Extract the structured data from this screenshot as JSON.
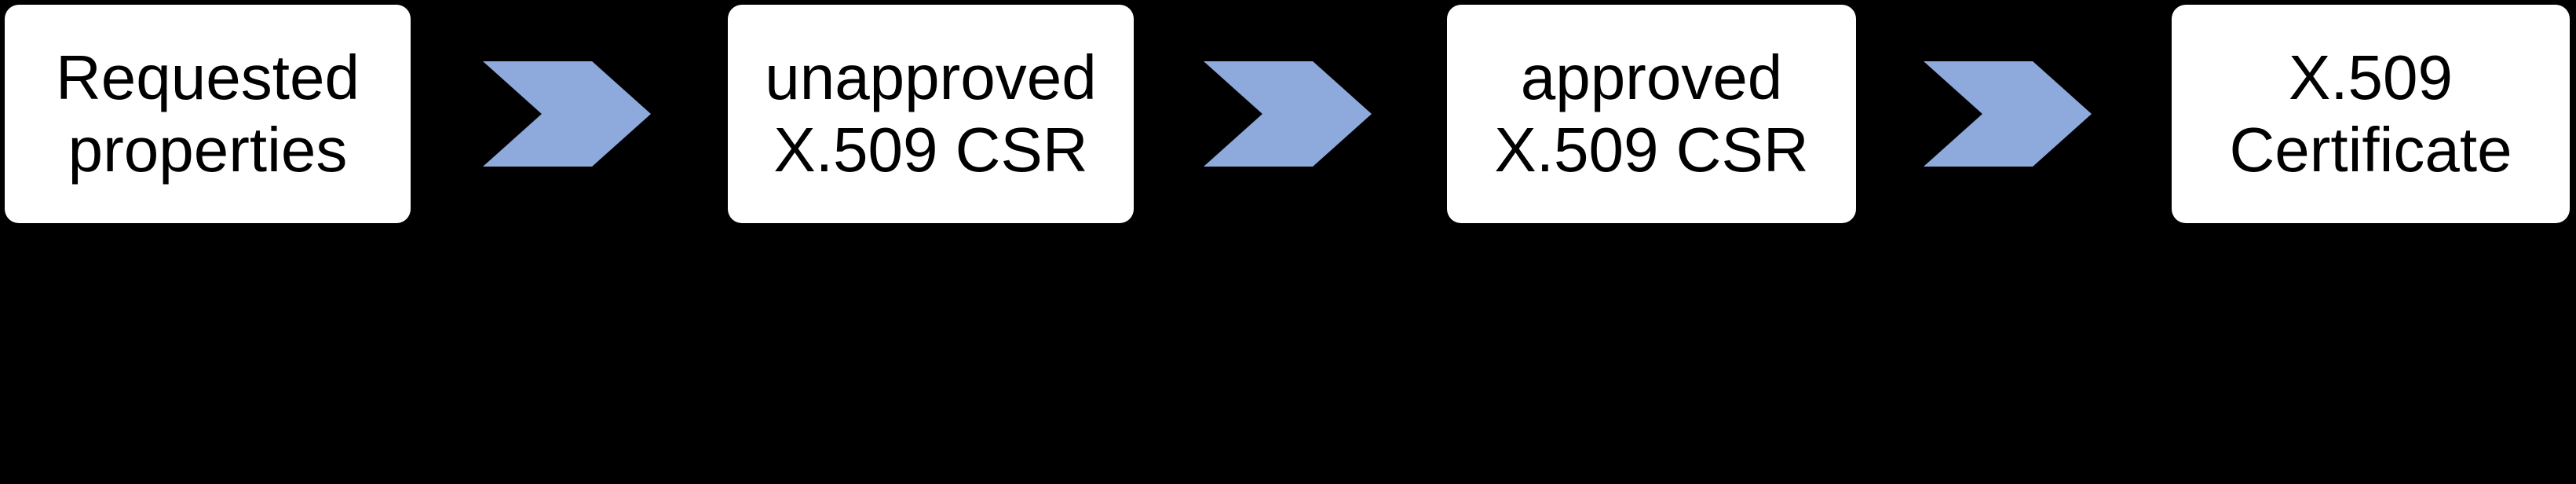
{
  "colors": {
    "background": "#000000",
    "box_fill": "#FFFFFF",
    "box_text": "#000000",
    "arrow_blue": "#8EA9DB"
  },
  "diagram": {
    "type": "process-flow",
    "direction": "left-to-right",
    "steps": [
      {
        "id": "requested-properties",
        "lines": [
          "Requested",
          "properties"
        ]
      },
      {
        "id": "unapproved-x509-csr",
        "lines": [
          "unapproved",
          "X.509 CSR"
        ]
      },
      {
        "id": "approved-x509-csr",
        "lines": [
          "approved",
          "X.509 CSR"
        ]
      },
      {
        "id": "x509-certificate",
        "lines": [
          "X.509",
          "Certificate"
        ]
      }
    ],
    "connector": {
      "glyph": "chevron-right",
      "count": 3
    }
  }
}
